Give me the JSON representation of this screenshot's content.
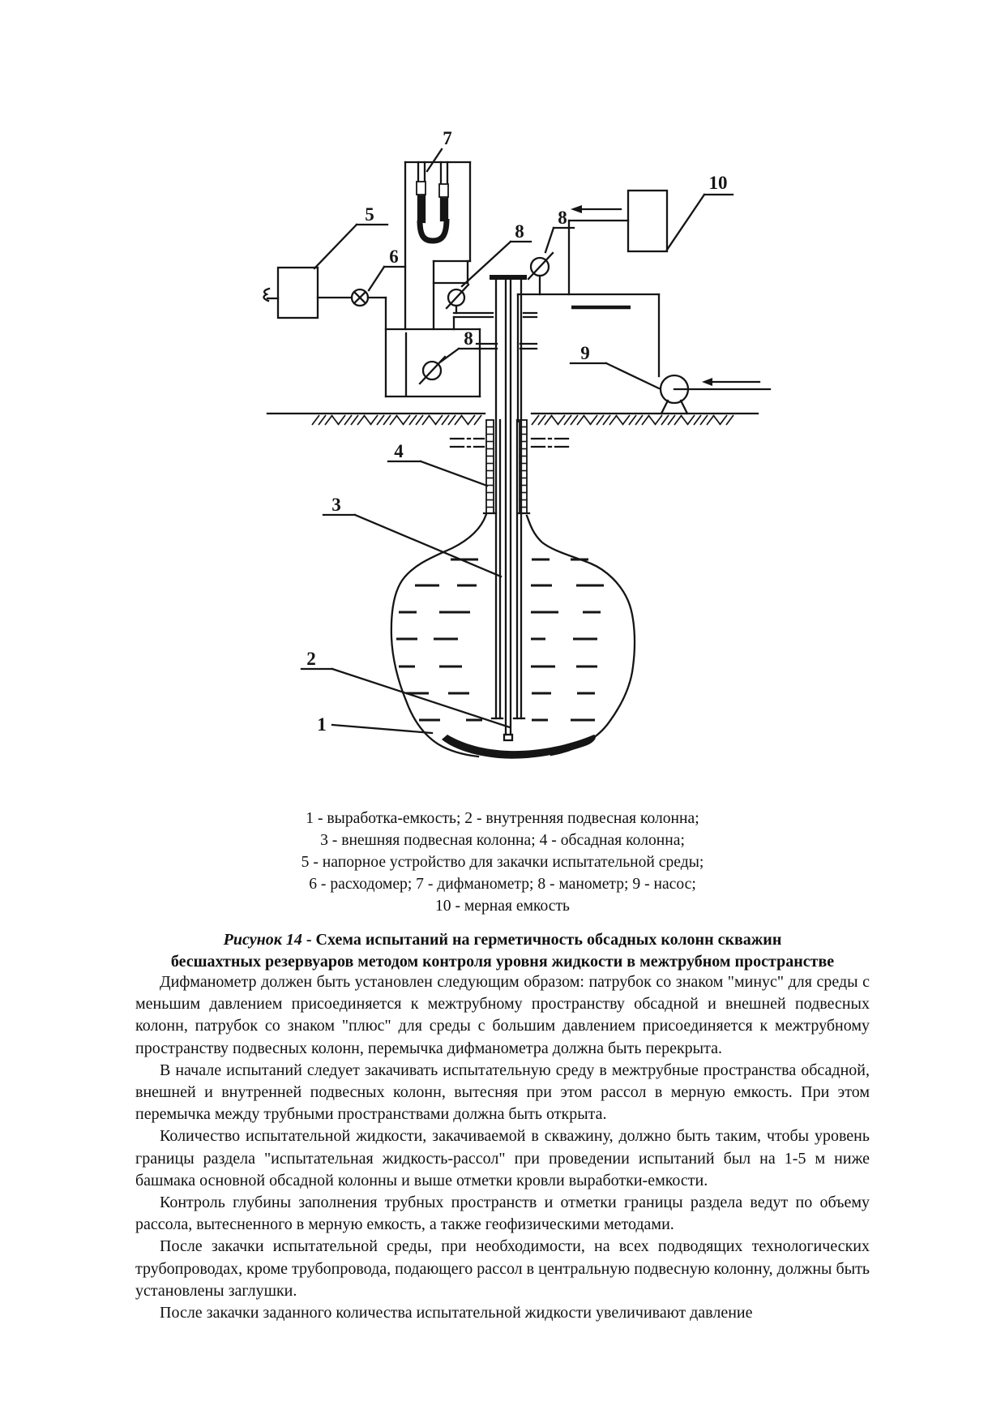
{
  "figure": {
    "diagram_labels": {
      "l1": "1",
      "l2": "2",
      "l3": "3",
      "l4": "4",
      "l5": "5",
      "l6": "6",
      "l7": "7",
      "l8a": "8",
      "l8b": "8",
      "l8c": "8",
      "l9": "9",
      "l10": "10"
    },
    "legend_lines": [
      "1 - выработка-емкость; 2 - внутренняя подвесная колонна;",
      "3 - внешняя подвесная колонна; 4 - обсадная колонна;",
      "5 - напорное устройство для закачки испытательной среды;",
      "6 - расходомер; 7 - дифманометр; 8 - манометр; 9 - насос;",
      "10 - мерная емкость"
    ],
    "caption": {
      "label": "Рисунок 14",
      "rest": " - Схема испытаний на герметичность обсадных колонн скважин",
      "line2": "бесшахтных  резервуаров методом контроля уровня жидкости в межтрубном пространстве"
    }
  },
  "paragraphs": [
    "Дифманометр должен быть установлен следующим образом: патрубок со знаком \"минус\" для среды с меньшим давлением присоединяется к межтрубному пространству обсадной и внешней подвесных колонн, патрубок со знаком \"плюс\" для среды с большим давлением присоединяется к межтрубному пространству подвесных колонн, перемычка дифманометра должна быть перекрыта.",
    "В начале испытаний следует закачивать испытательную среду в межтрубные пространства обсадной, внешней и внутренней подвесных колонн, вытесняя при этом рассол в мерную емкость. При этом перемычка между трубными пространствами должна быть открыта.",
    "Количество испытательной жидкости, закачиваемой в скважину, должно быть таким, чтобы уровень границы раздела \"испытательная жидкость-рассол\" при проведении испытаний был на 1-5 м ниже башмака основной обсадной колонны и выше отметки кровли выработки-емкости.",
    "Контроль глубины заполнения трубных пространств и отметки границы раздела ведут по объему рассола, вытесненного в мерную емкость, а также геофизическими методами.",
    "После закачки испытательной среды, при необходимости, на всех подводящих технологических трубопроводах, кроме трубопровода, подающего рассол в центральную подвесную колонну, должны быть установлены заглушки.",
    "После закачки заданного количества испытательной жидкости увеличивают давление"
  ]
}
